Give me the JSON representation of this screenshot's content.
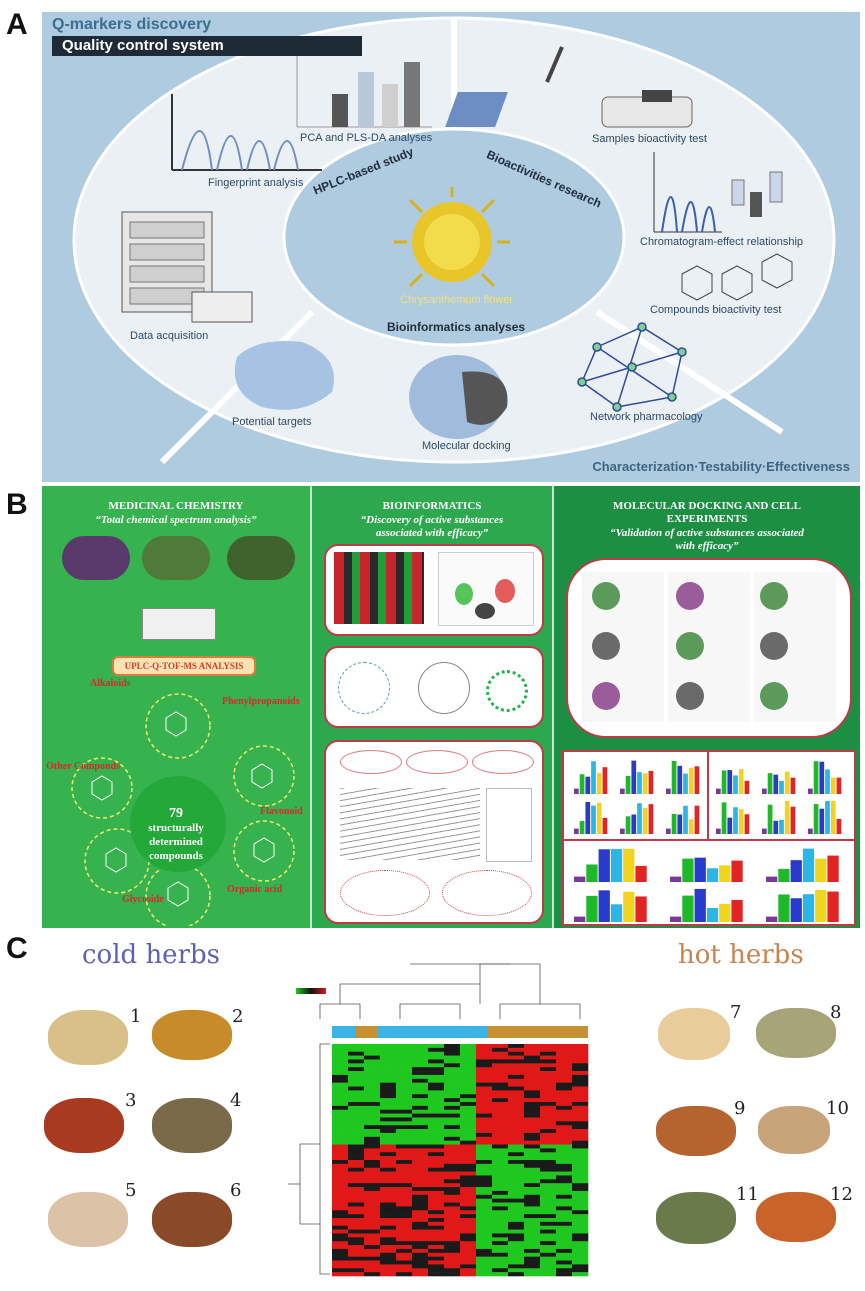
{
  "panels": {
    "a": "A",
    "b": "B",
    "c": "C"
  },
  "panel_a": {
    "header_title": "Q-markers discovery",
    "header_subtitle": "Quality control system",
    "center_label": "Chrysanthemum flower",
    "ring_labels": {
      "hplc": "HPLC-based study",
      "bioactivities": "Bioactivities research",
      "bioinformatics": "Bioinformatics analyses"
    },
    "steps": {
      "fingerprint": "Fingerprint analysis",
      "pca": "PCA and PLS-DA analyses",
      "data_acquisition": "Data acquisition",
      "samples_test": "Samples bioactivity test",
      "chromatogram": "Chromatogram-effect relationship",
      "compounds_test": "Compounds bioactivity test",
      "network": "Network pharmacology",
      "docking": "Molecular docking",
      "targets": "Potential targets"
    },
    "footer": "Characterization·Testability·Effectiveness"
  },
  "panel_b": {
    "col1_title": "MEDICINAL CHEMISTRY",
    "col1_subtitle": "“Total chemical spectrum analysis”",
    "uplc_label": "UPLC-Q-TOF-MS ANALYSIS",
    "center_number": "79",
    "center_text_1": "structurally",
    "center_text_2": "determined",
    "center_text_3": "compounds",
    "classes": {
      "alkaloids": "Alkaloids",
      "phenylpropanoids": "Phenylpropanoids",
      "other": "Other Componds",
      "flavonoid": "Flavonoid",
      "glycoside": "Glycoside",
      "organic_acid": "Organic acid"
    },
    "col2_title": "BIOINFORMATICS",
    "col2_subtitle_1": "“Discovery of active substances",
    "col2_subtitle_2": "associated with efficacy”",
    "col3_title_1": "MOLECULAR DOCKING AND CELL",
    "col3_title_2": "EXPERIMENTS",
    "col3_subtitle_1": "“Validation of active substances associated",
    "col3_subtitle_2": "with efficacy”"
  },
  "panel_c": {
    "cold_title": "cold herbs",
    "hot_title": "hot herbs",
    "cold_numbers": [
      "1",
      "2",
      "3",
      "4",
      "5",
      "6"
    ],
    "hot_numbers": [
      "7",
      "8",
      "9",
      "10",
      "11",
      "12"
    ],
    "colors": {
      "cold_title": "#5a63b8",
      "hot_title": "#c9834d",
      "heat_red": "#e01818",
      "heat_green": "#1fc81f",
      "heat_black": "#1a1a1a"
    }
  }
}
